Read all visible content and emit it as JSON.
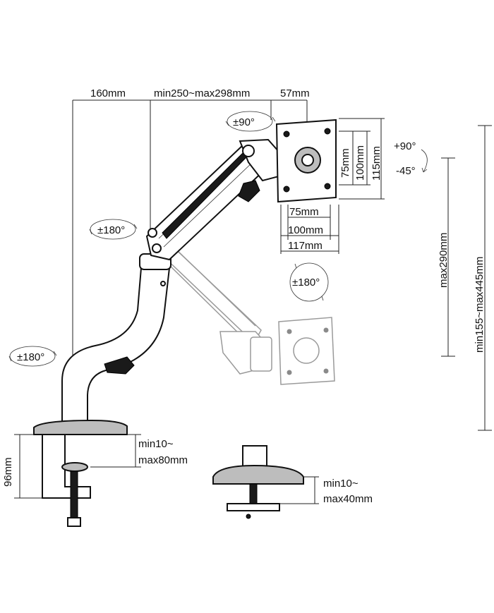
{
  "dimensions": {
    "arm_reach": "160mm",
    "arm_extension": "min250~max298mm",
    "plate_offset": "57mm",
    "vesa_v75": "75mm",
    "vesa_v100": "100mm",
    "plate_height": "115mm",
    "vesa_h75": "75mm",
    "vesa_h100": "100mm",
    "plate_width": "117mm",
    "max_height": "max290mm",
    "total_height": "min155~max445mm",
    "clamp_height": "96mm",
    "clamp_range_1": "min10~",
    "clamp_range_2": "max80mm",
    "grommet_range_1": "min10~",
    "grommet_range_2": "max40mm"
  },
  "rotations": {
    "head_swivel": "±90°",
    "tilt_up": "+90°",
    "tilt_down": "-45°",
    "elbow": "±180°",
    "rotation": "±180°",
    "base": "±180°"
  }
}
